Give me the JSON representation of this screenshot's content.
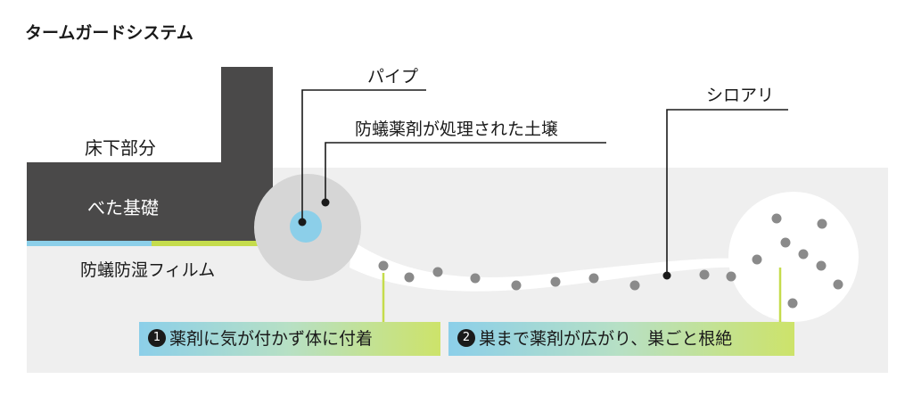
{
  "title": "タームガードシステム",
  "labels": {
    "floor": "床下部分",
    "foundation": "べた基礎",
    "film": "防蟻防湿フィルム",
    "pipe": "パイプ",
    "soil": "防蟻薬剤が処理された土壌",
    "termite": "シロアリ"
  },
  "steps": [
    {
      "num": "1",
      "text": "薬剤に気が付かず体に付着"
    },
    {
      "num": "2",
      "text": "巣まで薬剤が広がり、巣ごと根絶"
    }
  ],
  "colors": {
    "ground": "#efefef",
    "foundation": "#4a4949",
    "soil_circle": "#d6d6d6",
    "pipe": "#8ccfe9",
    "termite_dot": "#8a8a8a",
    "leader_green": "#c5dc4c",
    "nest": "#ffffff"
  }
}
